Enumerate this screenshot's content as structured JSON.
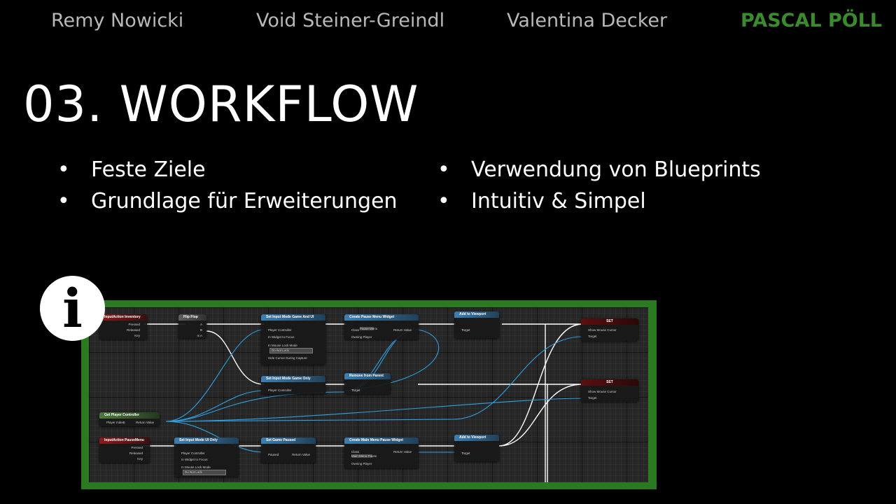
{
  "nav": [
    {
      "label": "Remy Nowicki",
      "active": false
    },
    {
      "label": "Void Steiner-Greindl",
      "active": false
    },
    {
      "label": "Valentina Decker",
      "active": false
    },
    {
      "label": "PASCAL PÖLL",
      "active": true
    }
  ],
  "title": "03. WORKFLOW",
  "bullets_left": [
    "Feste Ziele",
    "Grundlage für Erweiterungen"
  ],
  "bullets_right": [
    "Verwendung von Blueprints",
    "Intuitiv & Simpel"
  ],
  "info_icon": {
    "icon": "info-icon",
    "glyph": "i"
  },
  "colors": {
    "accent_green": "#3c8a2e",
    "frame_green": "#2b7a22",
    "background": "#000000",
    "nav_gray": "#b8b8b8"
  },
  "blueprint": {
    "nodes": {
      "input_inventory": {
        "title": "InputAction Inventory",
        "pins": [
          "Pressed",
          "Released",
          "Key"
        ]
      },
      "flip_flop": {
        "title": "Flip Flop",
        "pins": [
          "A",
          "B",
          "Is A"
        ]
      },
      "set_input_game_ui": {
        "title": "Set Input Mode Game And UI",
        "pins": [
          "Player Controller",
          "In Widget to Focus",
          "In Mouse Lock Mode",
          "Hide Cursor During Capture"
        ],
        "lock_value": "Do Not Lock"
      },
      "create_pause_widget": {
        "title": "Create Pause Menu Widget",
        "pins": [
          "Class",
          "Return Value",
          "Owning Player"
        ],
        "class_value": "Pause Menu"
      },
      "add_viewport_1": {
        "title": "Add to Viewport",
        "pins": [
          "Target"
        ]
      },
      "set_1": {
        "title": "SET",
        "pins": [
          "Show Mouse Cursor",
          "Target"
        ]
      },
      "set_input_game_only": {
        "title": "Set Input Mode Game Only",
        "pins": [
          "Player Controller"
        ]
      },
      "remove_parent": {
        "title": "Remove from Parent",
        "pins": [
          "Target"
        ]
      },
      "set_2": {
        "title": "SET",
        "pins": [
          "Show Mouse Cursor",
          "Target"
        ]
      },
      "get_player_controller": {
        "title": "Get Player Controller",
        "pins": [
          "Player Index",
          "Return Value"
        ],
        "index_value": "0"
      },
      "input_pausemenu": {
        "title": "InputAction PauseMenu",
        "pins": [
          "Pressed",
          "Released",
          "Key"
        ]
      },
      "set_input_ui_only": {
        "title": "Set Input Mode UI Only",
        "pins": [
          "Player Controller",
          "In Widget to Focus",
          "In Mouse Lock Mode"
        ],
        "lock_value": "Do Not Lock"
      },
      "set_game_paused": {
        "title": "Set Game Paused",
        "pins": [
          "Paused",
          "Return Value"
        ]
      },
      "create_main_menu_widget": {
        "title": "Create Main Menu Pause Widget",
        "pins": [
          "Class",
          "Return Value",
          "Owning Player"
        ],
        "class_value": "Main Menu Pause"
      },
      "add_viewport_2": {
        "title": "Add to Viewport",
        "pins": [
          "Target"
        ]
      }
    }
  }
}
